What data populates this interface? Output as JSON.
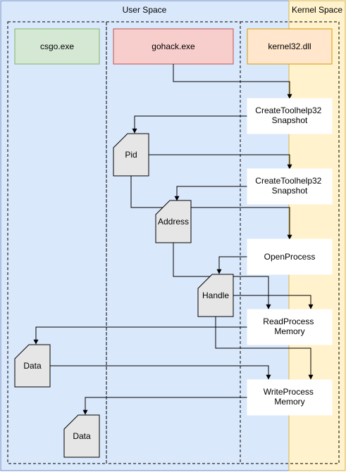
{
  "regions": {
    "user_space": "User Space",
    "kernel_space": "Kernel Space"
  },
  "lanes": {
    "csgo": "csgo.exe",
    "gohack": "gohack.exe",
    "kernel32": "kernel32.dll"
  },
  "steps": {
    "snapshot_1": [
      "CreateToolhelp32",
      "Snapshot"
    ],
    "snapshot_2": [
      "CreateToolhelp32",
      "Snapshot"
    ],
    "open_process": [
      "OpenProcess"
    ],
    "read_memory": [
      "ReadProcess",
      "Memory"
    ],
    "write_memory": [
      "WriteProcess",
      "Memory"
    ]
  },
  "data_items": {
    "pid": "Pid",
    "address": "Address",
    "handle": "Handle",
    "data_read": "Data",
    "data_write": "Data"
  },
  "colors": {
    "user_space_fill": "#dae8fc",
    "user_space_stroke": "#6c8ebf",
    "kernel_space_fill": "#fff2cc",
    "kernel_space_stroke": "#d6b656",
    "csgo_fill": "#d5e8d4",
    "csgo_stroke": "#82b366",
    "gohack_fill": "#f8cecc",
    "gohack_stroke": "#b85450",
    "kernel32_fill": "#ffe6cc",
    "kernel32_stroke": "#d79b00",
    "data_fill": "#e6e6e6",
    "step_fill": "#ffffff"
  }
}
